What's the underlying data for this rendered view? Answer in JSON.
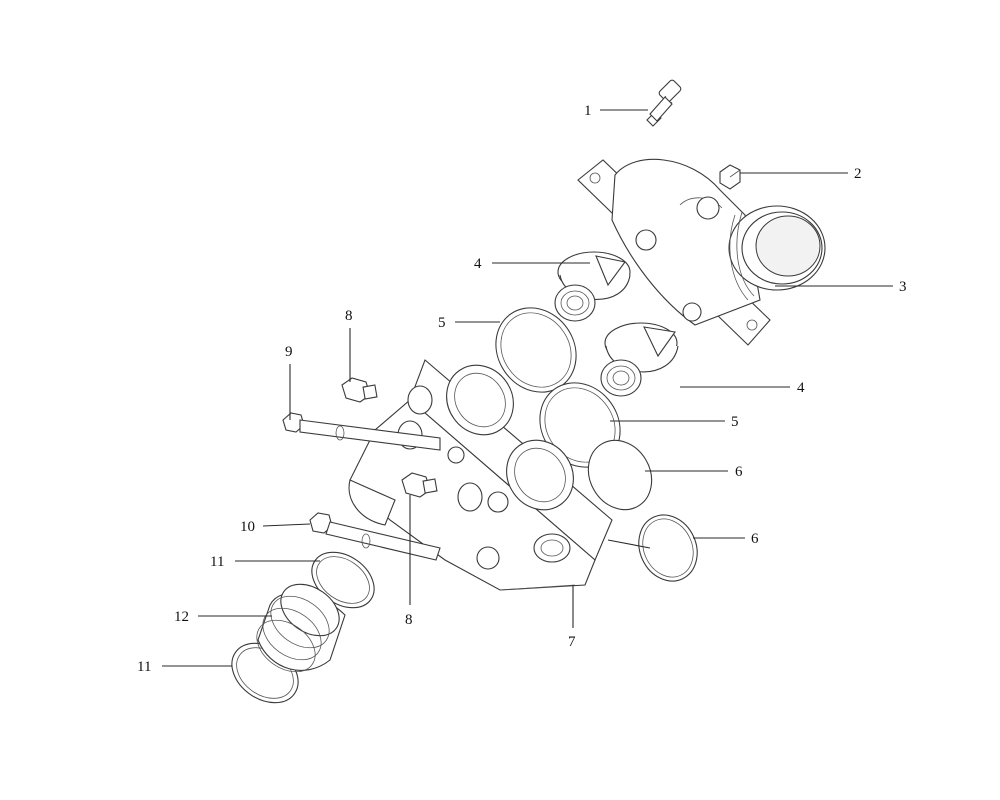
{
  "callouts": [
    {
      "id": "c1",
      "text": "1"
    },
    {
      "id": "c2",
      "text": "2"
    },
    {
      "id": "c3",
      "text": "3"
    },
    {
      "id": "c4a",
      "text": "4"
    },
    {
      "id": "c4b",
      "text": "4"
    },
    {
      "id": "c5a",
      "text": "5"
    },
    {
      "id": "c5b",
      "text": "5"
    },
    {
      "id": "c6a",
      "text": "6"
    },
    {
      "id": "c6b",
      "text": "6"
    },
    {
      "id": "c7",
      "text": "7"
    },
    {
      "id": "c8a",
      "text": "8"
    },
    {
      "id": "c8b",
      "text": "8"
    },
    {
      "id": "c9",
      "text": "9"
    },
    {
      "id": "c10",
      "text": "10"
    },
    {
      "id": "c11a",
      "text": "11"
    },
    {
      "id": "c11b",
      "text": "11"
    },
    {
      "id": "c12",
      "text": "12"
    }
  ],
  "colors": {
    "line": "#2a2a2a",
    "background": "#ffffff"
  }
}
